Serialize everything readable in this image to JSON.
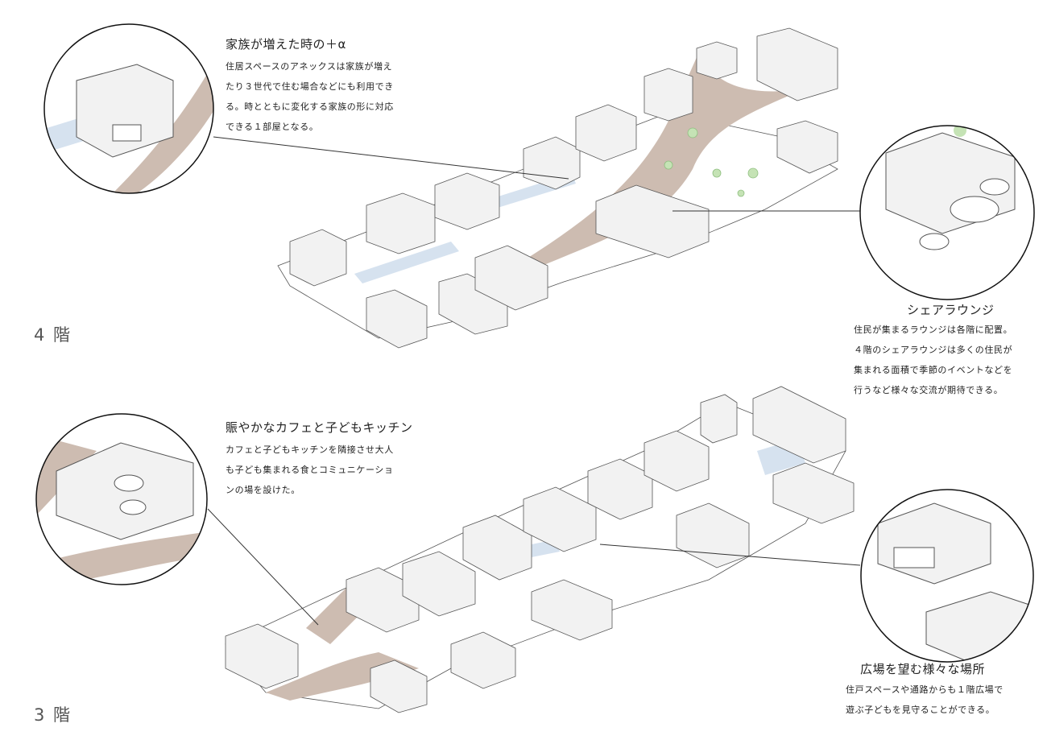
{
  "floors": {
    "fourth": {
      "label": "4 階"
    },
    "third": {
      "label": "3 階"
    }
  },
  "callouts": {
    "family": {
      "title": "家族が増えた時の＋α",
      "lines": [
        "住居スペースのアネックスは家族が増え",
        "たり３世代で住む場合などにも利用でき",
        "る。時とともに変化する家族の形に対応",
        "できる１部屋となる。"
      ]
    },
    "lounge": {
      "title": "シェアラウンジ",
      "lines": [
        "住民が集まるラウンジは各階に配置。",
        "４階のシェアラウンジは多くの住民が",
        "集まれる面積で季節のイベントなどを",
        "行うなど様々な交流が期待できる。"
      ]
    },
    "cafe": {
      "title": "賑やかなカフェと子どもキッチン",
      "lines": [
        "カフェと子どもキッチンを隣接させ大人",
        "も子ども集まれる食とコミュニケーショ",
        "ンの場を設けた。"
      ]
    },
    "plaza": {
      "title": "広場を望む様々な場所",
      "lines": [
        "住戸スペースや通路からも１階広場で",
        "遊ぶ子どもを見守ることができる。"
      ]
    }
  },
  "colors": {
    "path": "#cdbcb1",
    "corridor": "#d6e2ef",
    "green": "#c5e3b5",
    "line": "#333333",
    "wall": "#efefef"
  }
}
